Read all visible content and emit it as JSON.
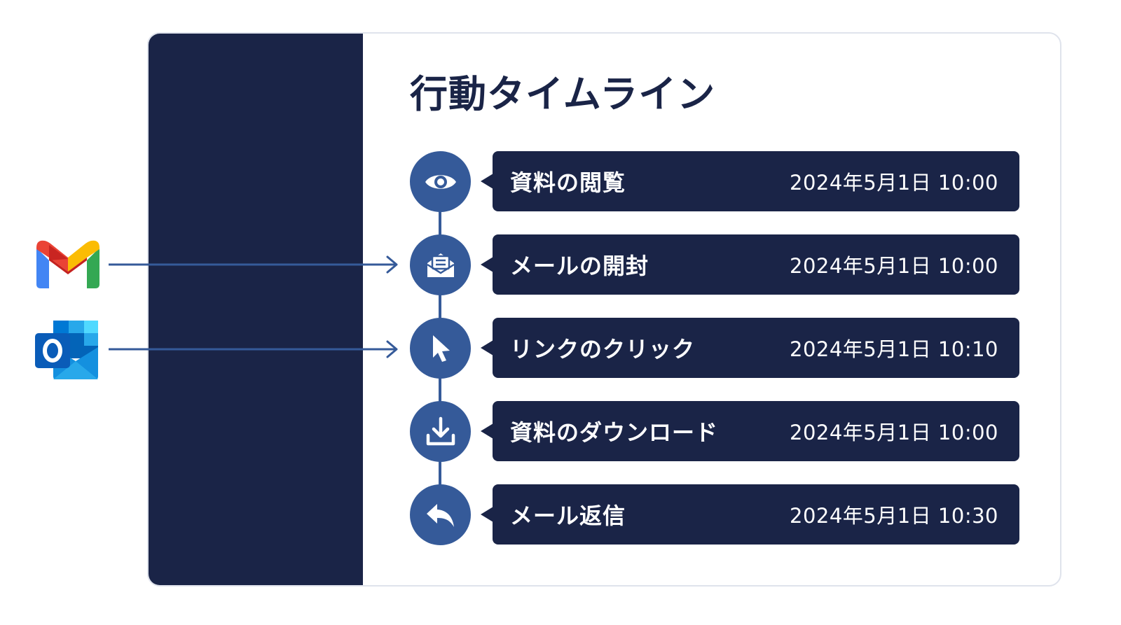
{
  "title": "行動タイムライン",
  "colors": {
    "navy": "#1a2447",
    "accent": "#355a99",
    "background": "#ffffff"
  },
  "events": [
    {
      "label": "資料の閲覧",
      "time": "2024年5月1日 10:00",
      "icon": "eye-icon"
    },
    {
      "label": "メールの開封",
      "time": "2024年5月1日 10:00",
      "icon": "open-envelope-icon"
    },
    {
      "label": "リンクのクリック",
      "time": "2024年5月1日 10:10",
      "icon": "cursor-icon"
    },
    {
      "label": "資料のダウンロード",
      "time": "2024年5月1日 10:00",
      "icon": "download-icon"
    },
    {
      "label": "メール返信",
      "time": "2024年5月1日 10:30",
      "icon": "reply-icon"
    }
  ],
  "sources": [
    {
      "name": "gmail",
      "icon": "gmail-logo-icon"
    },
    {
      "name": "outlook",
      "icon": "outlook-logo-icon"
    }
  ]
}
